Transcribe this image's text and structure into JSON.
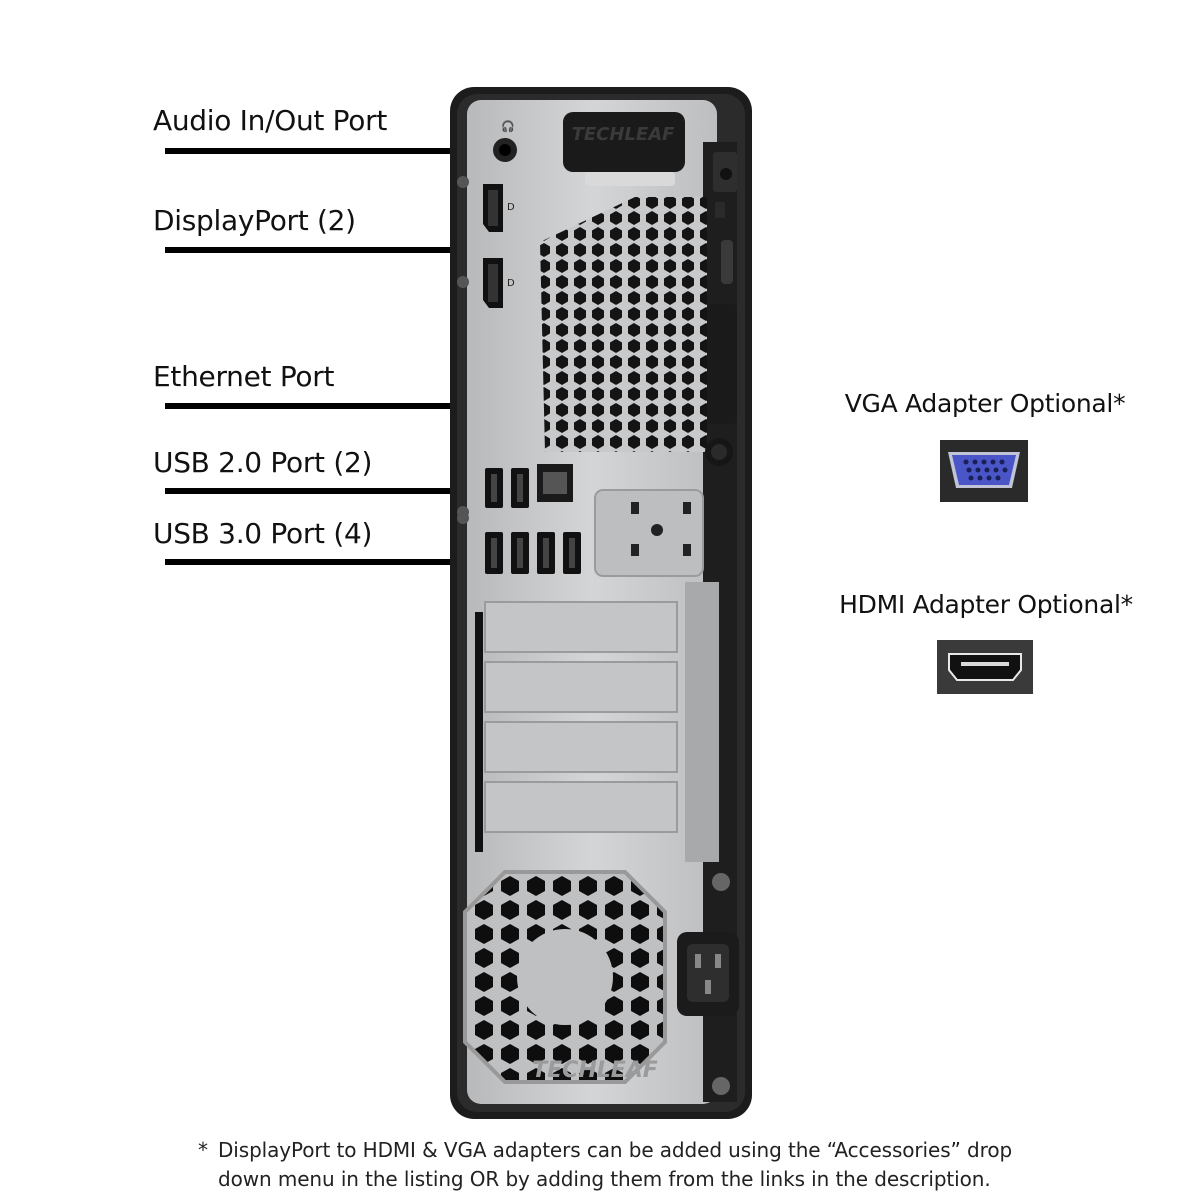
{
  "labels": {
    "audio": "Audio In/Out Port",
    "displayport": "DisplayPort (2)",
    "ethernet": "Ethernet Port",
    "usb2": "USB 2.0 Port (2)",
    "usb3": "USB 3.0 Port (4)"
  },
  "adapters": {
    "vga": "VGA Adapter Optional*",
    "hdmi": "HDMI Adapter Optional*"
  },
  "footnote": {
    "star": "*",
    "line1": "DisplayPort to HDMI & VGA adapters can be added using the “Accessories” drop",
    "line2": "down menu in the listing OR by adding them from the links in the description."
  },
  "watermark": "TECHLEAF",
  "icons": [
    "audio-port-icon",
    "displayport-icon",
    "ethernet-port-icon",
    "usb-port-icon",
    "vga-connector-icon",
    "hdmi-connector-icon",
    "power-socket-icon",
    "fan-grille-icon"
  ],
  "colors": {
    "chassis_dark": "#1a1a1a",
    "panel_silver": "#c9cacc",
    "vga_blue": "#4a55c8",
    "hdmi_black": "#2a2a2a"
  }
}
